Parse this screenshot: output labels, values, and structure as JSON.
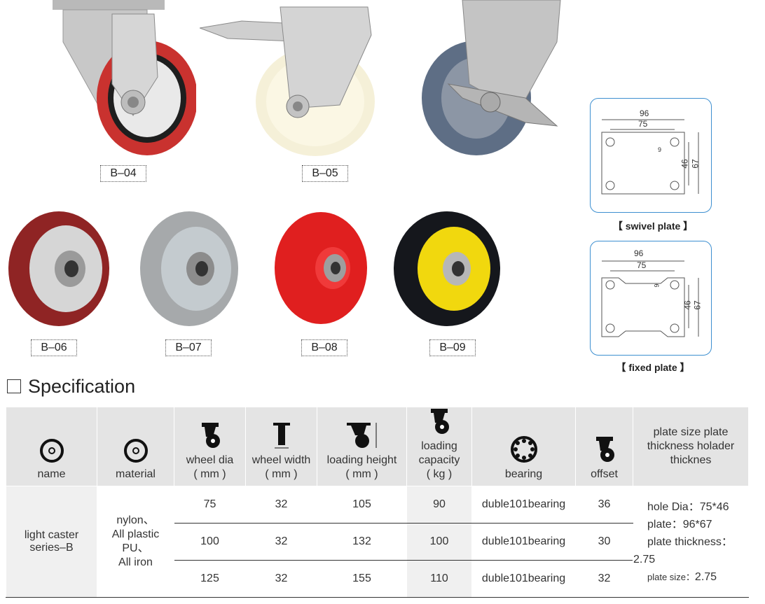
{
  "products": {
    "b04": "B–04",
    "b05": "B–05",
    "b06": "B–06",
    "b07": "B–07",
    "b08": "B–08",
    "b09": "B–09"
  },
  "plates": {
    "swivel": {
      "caption": "【 swivel plate 】",
      "w": "96",
      "inner": "75",
      "h": "67",
      "inner_h": "46",
      "hole": "9"
    },
    "fixed": {
      "caption": "【 fixed plate 】",
      "w": "96",
      "inner": "75",
      "h": "67",
      "inner_h": "46",
      "hole": "9"
    }
  },
  "spec": {
    "title": "Specification",
    "headers": {
      "name": "name",
      "material": "material",
      "wheel_dia": "wheel dia",
      "wheel_dia_unit": "( mm )",
      "wheel_width": "wheel width",
      "wheel_width_unit": "( mm )",
      "loading_height": "loading height",
      "loading_height_unit": "( mm )",
      "loading_capacity_1": "loading",
      "loading_capacity_2": "capacity",
      "loading_capacity_unit": "( kg )",
      "bearing": "bearing",
      "offset": "offset",
      "plate": "plate size plate thickness holader thicknes"
    },
    "series_name": "light caster series–B",
    "material_lines": [
      "nylon、",
      "All plastic",
      "PU、",
      "All iron"
    ],
    "rows": [
      {
        "wheel_dia": "75",
        "wheel_width": "32",
        "loading_height": "105",
        "loading_capacity": "90",
        "bearing": "duble101bearing",
        "offset": "36"
      },
      {
        "wheel_dia": "100",
        "wheel_width": "32",
        "loading_height": "132",
        "loading_capacity": "100",
        "bearing": "duble101bearing",
        "offset": "30"
      },
      {
        "wheel_dia": "125",
        "wheel_width": "32",
        "loading_height": "155",
        "loading_capacity": "110",
        "bearing": "duble101bearing",
        "offset": "32"
      }
    ],
    "plate_info": {
      "hole_dia": "hole Dia：75*46",
      "plate": "plate：96*67",
      "thickness_label": "plate thickness：",
      "thickness_value": "2.75",
      "size_label": "plate size：",
      "size_value": "2.75"
    }
  }
}
